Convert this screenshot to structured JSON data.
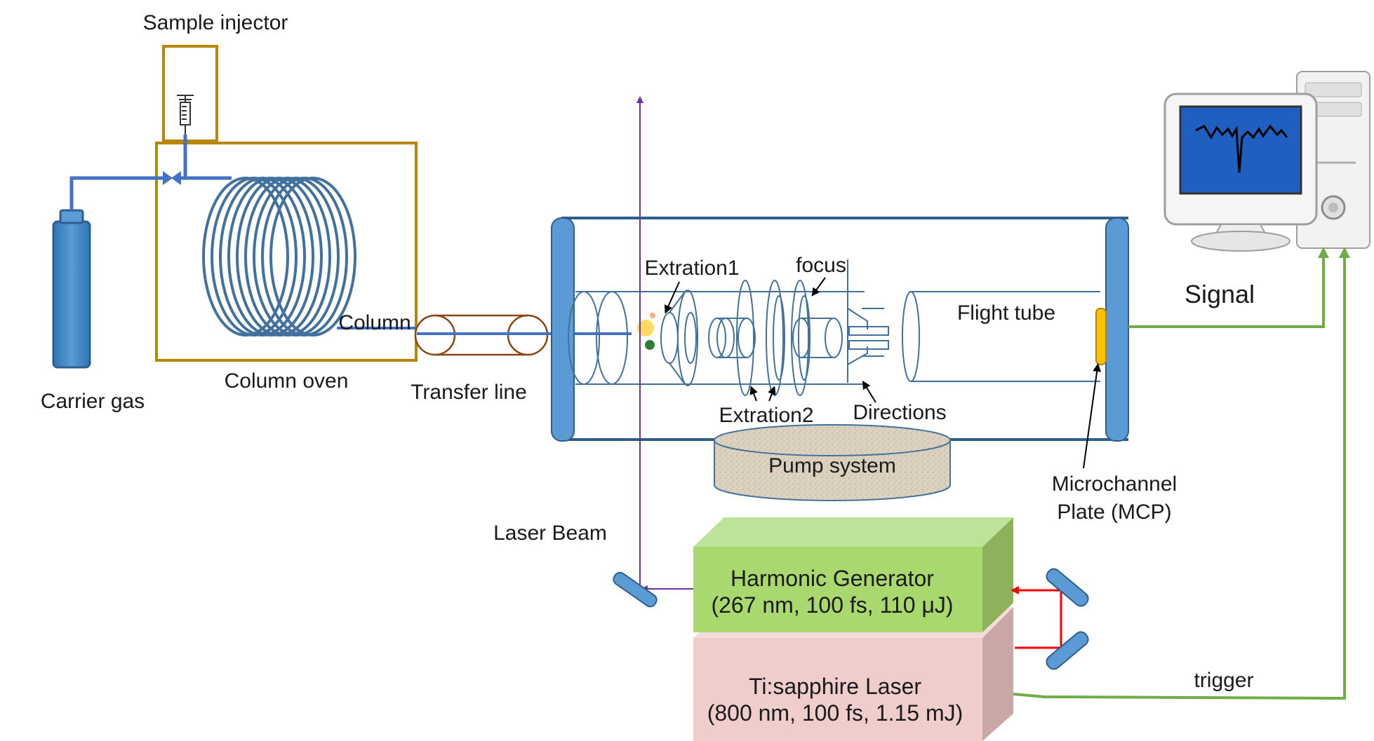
{
  "labels": {
    "sample_injector": "Sample injector",
    "carrier_gas": "Carrier gas",
    "column": "Column",
    "column_oven": "Column oven",
    "transfer_line": "Transfer line",
    "extration1": "Extration1",
    "focus": "focus",
    "flight_tube": "Flight tube",
    "signal": "Signal",
    "extration2": "Extration2",
    "directions": "Directions",
    "pump_system": "Pump system",
    "microchannel_line1": "Microchannel",
    "microchannel_line2": "Plate (MCP)",
    "laser_beam": "Laser Beam",
    "harmonic_line1": "Harmonic  Generator",
    "harmonic_line2": "(267 nm, 100 fs, 110 μJ)",
    "tisapphire_line1": "Ti:sapphire Laser",
    "tisapphire_line2": "(800 nm, 100 fs, 1.15 mJ)",
    "trigger": "trigger"
  },
  "colors": {
    "gold_frame": "#b8860b",
    "pipe_blue": "#4472c4",
    "coil_blue": "#41719c",
    "chamber_blue": "#5b9bd5",
    "signal_green": "#70ad47",
    "laser_purple": "#7030a0",
    "harmonic_green": "#a9d86e",
    "laser_pink": "#efcdcb",
    "red_beam": "#ff0000",
    "mcp_gold": "#ffc000",
    "screen_blue": "#1f5fbf"
  },
  "icons": [
    "syringe-icon",
    "valve-icon",
    "computer-icon",
    "mirror-icon"
  ]
}
